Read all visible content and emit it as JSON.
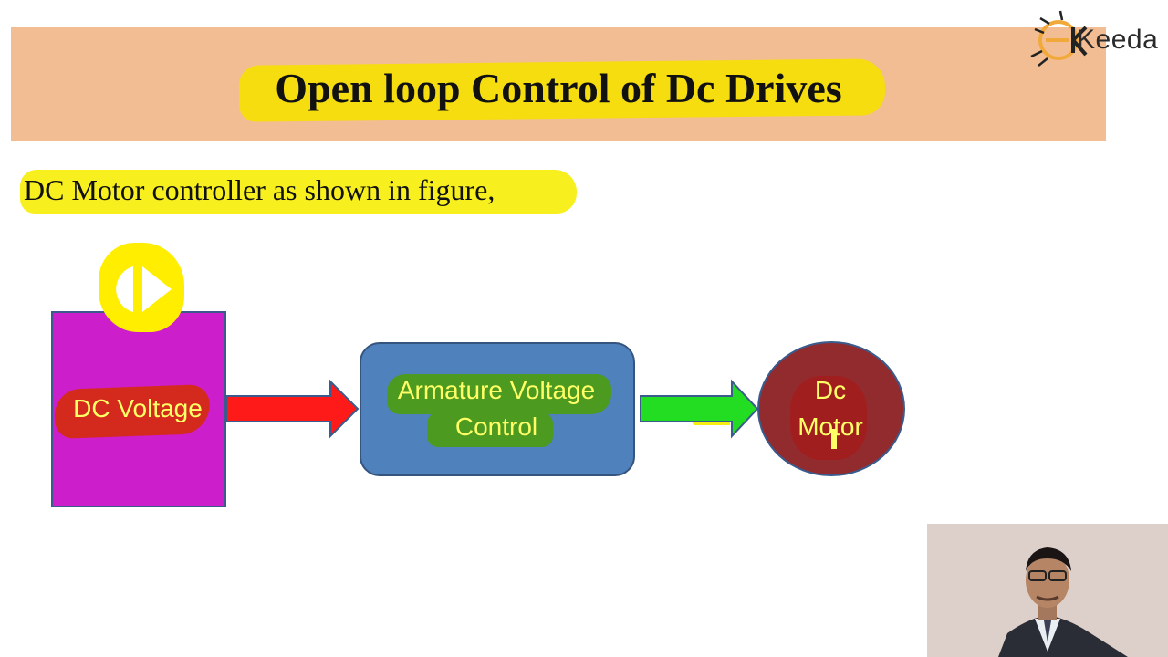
{
  "slide": {
    "title": "Open loop Control of Dc Drives",
    "subtitle": "DC Motor controller as shown in figure,"
  },
  "logo": {
    "text": "Keeda",
    "icon": "ekeeda-logo-icon"
  },
  "diagram": {
    "source_label": "DC Voltage",
    "controller_label_line1": "Armature Voltage",
    "controller_label_line2": "Control",
    "motor_label_line1": "Dc",
    "motor_label_line2": "Motor"
  },
  "colors": {
    "title_band": "#f3bd93",
    "highlight_yellow": "#f5dd10",
    "source_box": "#cc1ecb",
    "controller_box": "#4f81bd",
    "motor_circle": "#922b2e",
    "arrow_red": "#ff1a1a",
    "arrow_green": "#22dd22",
    "label_text": "#ffff66"
  },
  "icons": {
    "play": "play-button-icon"
  }
}
